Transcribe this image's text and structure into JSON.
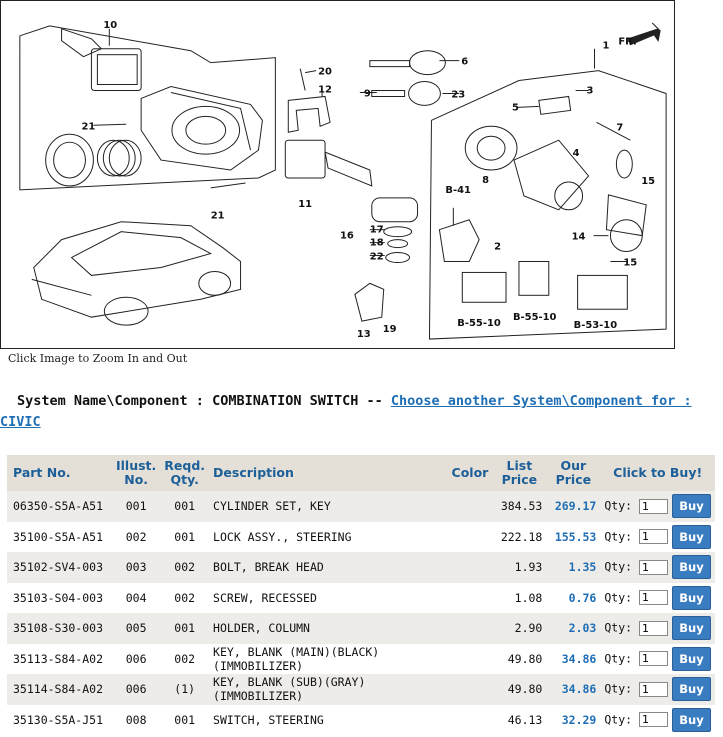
{
  "diagram": {
    "callouts": [
      "10",
      "20",
      "12",
      "9",
      "6",
      "23",
      "1",
      "3",
      "5",
      "4",
      "7",
      "8",
      "15",
      "14",
      "15",
      "2",
      "21",
      "21",
      "11",
      "16",
      "17",
      "18",
      "22",
      "13",
      "19"
    ],
    "ref_labels": [
      "FR.",
      "B-41",
      "B-55-10",
      "B-55-10",
      "B-53-10"
    ]
  },
  "zoom_caption": "Click Image to Zoom In and Out",
  "system": {
    "label": "System Name\\Component : COMBINATION SWITCH -- ",
    "link_text": "Choose another System\\Component for : CIVIC"
  },
  "table": {
    "headers": {
      "part_no": "Part No.",
      "illust_no": "Illust. No.",
      "reqd_qty": "Reqd. Qty.",
      "description": "Description",
      "color": "Color",
      "list_price": "List Price",
      "our_price": "Our Price",
      "click_to_buy": "Click to Buy!"
    },
    "qty_label": "Qty:",
    "buy_label": "Buy",
    "rows": [
      {
        "part_no": "06350-S5A-A51",
        "illust": "001",
        "qty": "001",
        "desc": "CYLINDER SET, KEY",
        "color": "",
        "list": "384.53",
        "our": "269.17",
        "qty_value": "1"
      },
      {
        "part_no": "35100-S5A-A51",
        "illust": "002",
        "qty": "001",
        "desc": "LOCK ASSY., STEERING",
        "color": "",
        "list": "222.18",
        "our": "155.53",
        "qty_value": "1"
      },
      {
        "part_no": "35102-SV4-003",
        "illust": "003",
        "qty": "002",
        "desc": "BOLT, BREAK HEAD",
        "color": "",
        "list": "1.93",
        "our": "1.35",
        "qty_value": "1"
      },
      {
        "part_no": "35103-S04-003",
        "illust": "004",
        "qty": "002",
        "desc": "SCREW, RECESSED",
        "color": "",
        "list": "1.08",
        "our": "0.76",
        "qty_value": "1"
      },
      {
        "part_no": "35108-S30-003",
        "illust": "005",
        "qty": "001",
        "desc": "HOLDER, COLUMN",
        "color": "",
        "list": "2.90",
        "our": "2.03",
        "qty_value": "1"
      },
      {
        "part_no": "35113-S84-A02",
        "illust": "006",
        "qty": "002",
        "desc": "KEY, BLANK (MAIN)(BLACK)(IMMOBILIZER)",
        "color": "",
        "list": "49.80",
        "our": "34.86",
        "qty_value": "1"
      },
      {
        "part_no": "35114-S84-A02",
        "illust": "006",
        "qty": "(1)",
        "desc": "KEY, BLANK (SUB)(GRAY)(IMMOBILIZER)",
        "color": "",
        "list": "49.80",
        "our": "34.86",
        "qty_value": "1"
      },
      {
        "part_no": "35130-S5A-J51",
        "illust": "008",
        "qty": "001",
        "desc": "SWITCH, STEERING",
        "color": "",
        "list": "46.13",
        "our": "32.29",
        "qty_value": "1"
      }
    ]
  },
  "colors": {
    "link": "#1e6eb5",
    "header_bg": "#e4e0d8",
    "buy_button": "#3a7cc0"
  }
}
